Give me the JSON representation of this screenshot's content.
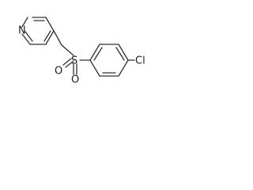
{
  "molecule": {
    "atoms": {
      "n": "N",
      "s": "S",
      "o_left": "O",
      "o_bottom": "O",
      "cl": "Cl"
    },
    "colors": {
      "bond": "#303030",
      "label": "#202020",
      "background": "#ffffff"
    }
  }
}
